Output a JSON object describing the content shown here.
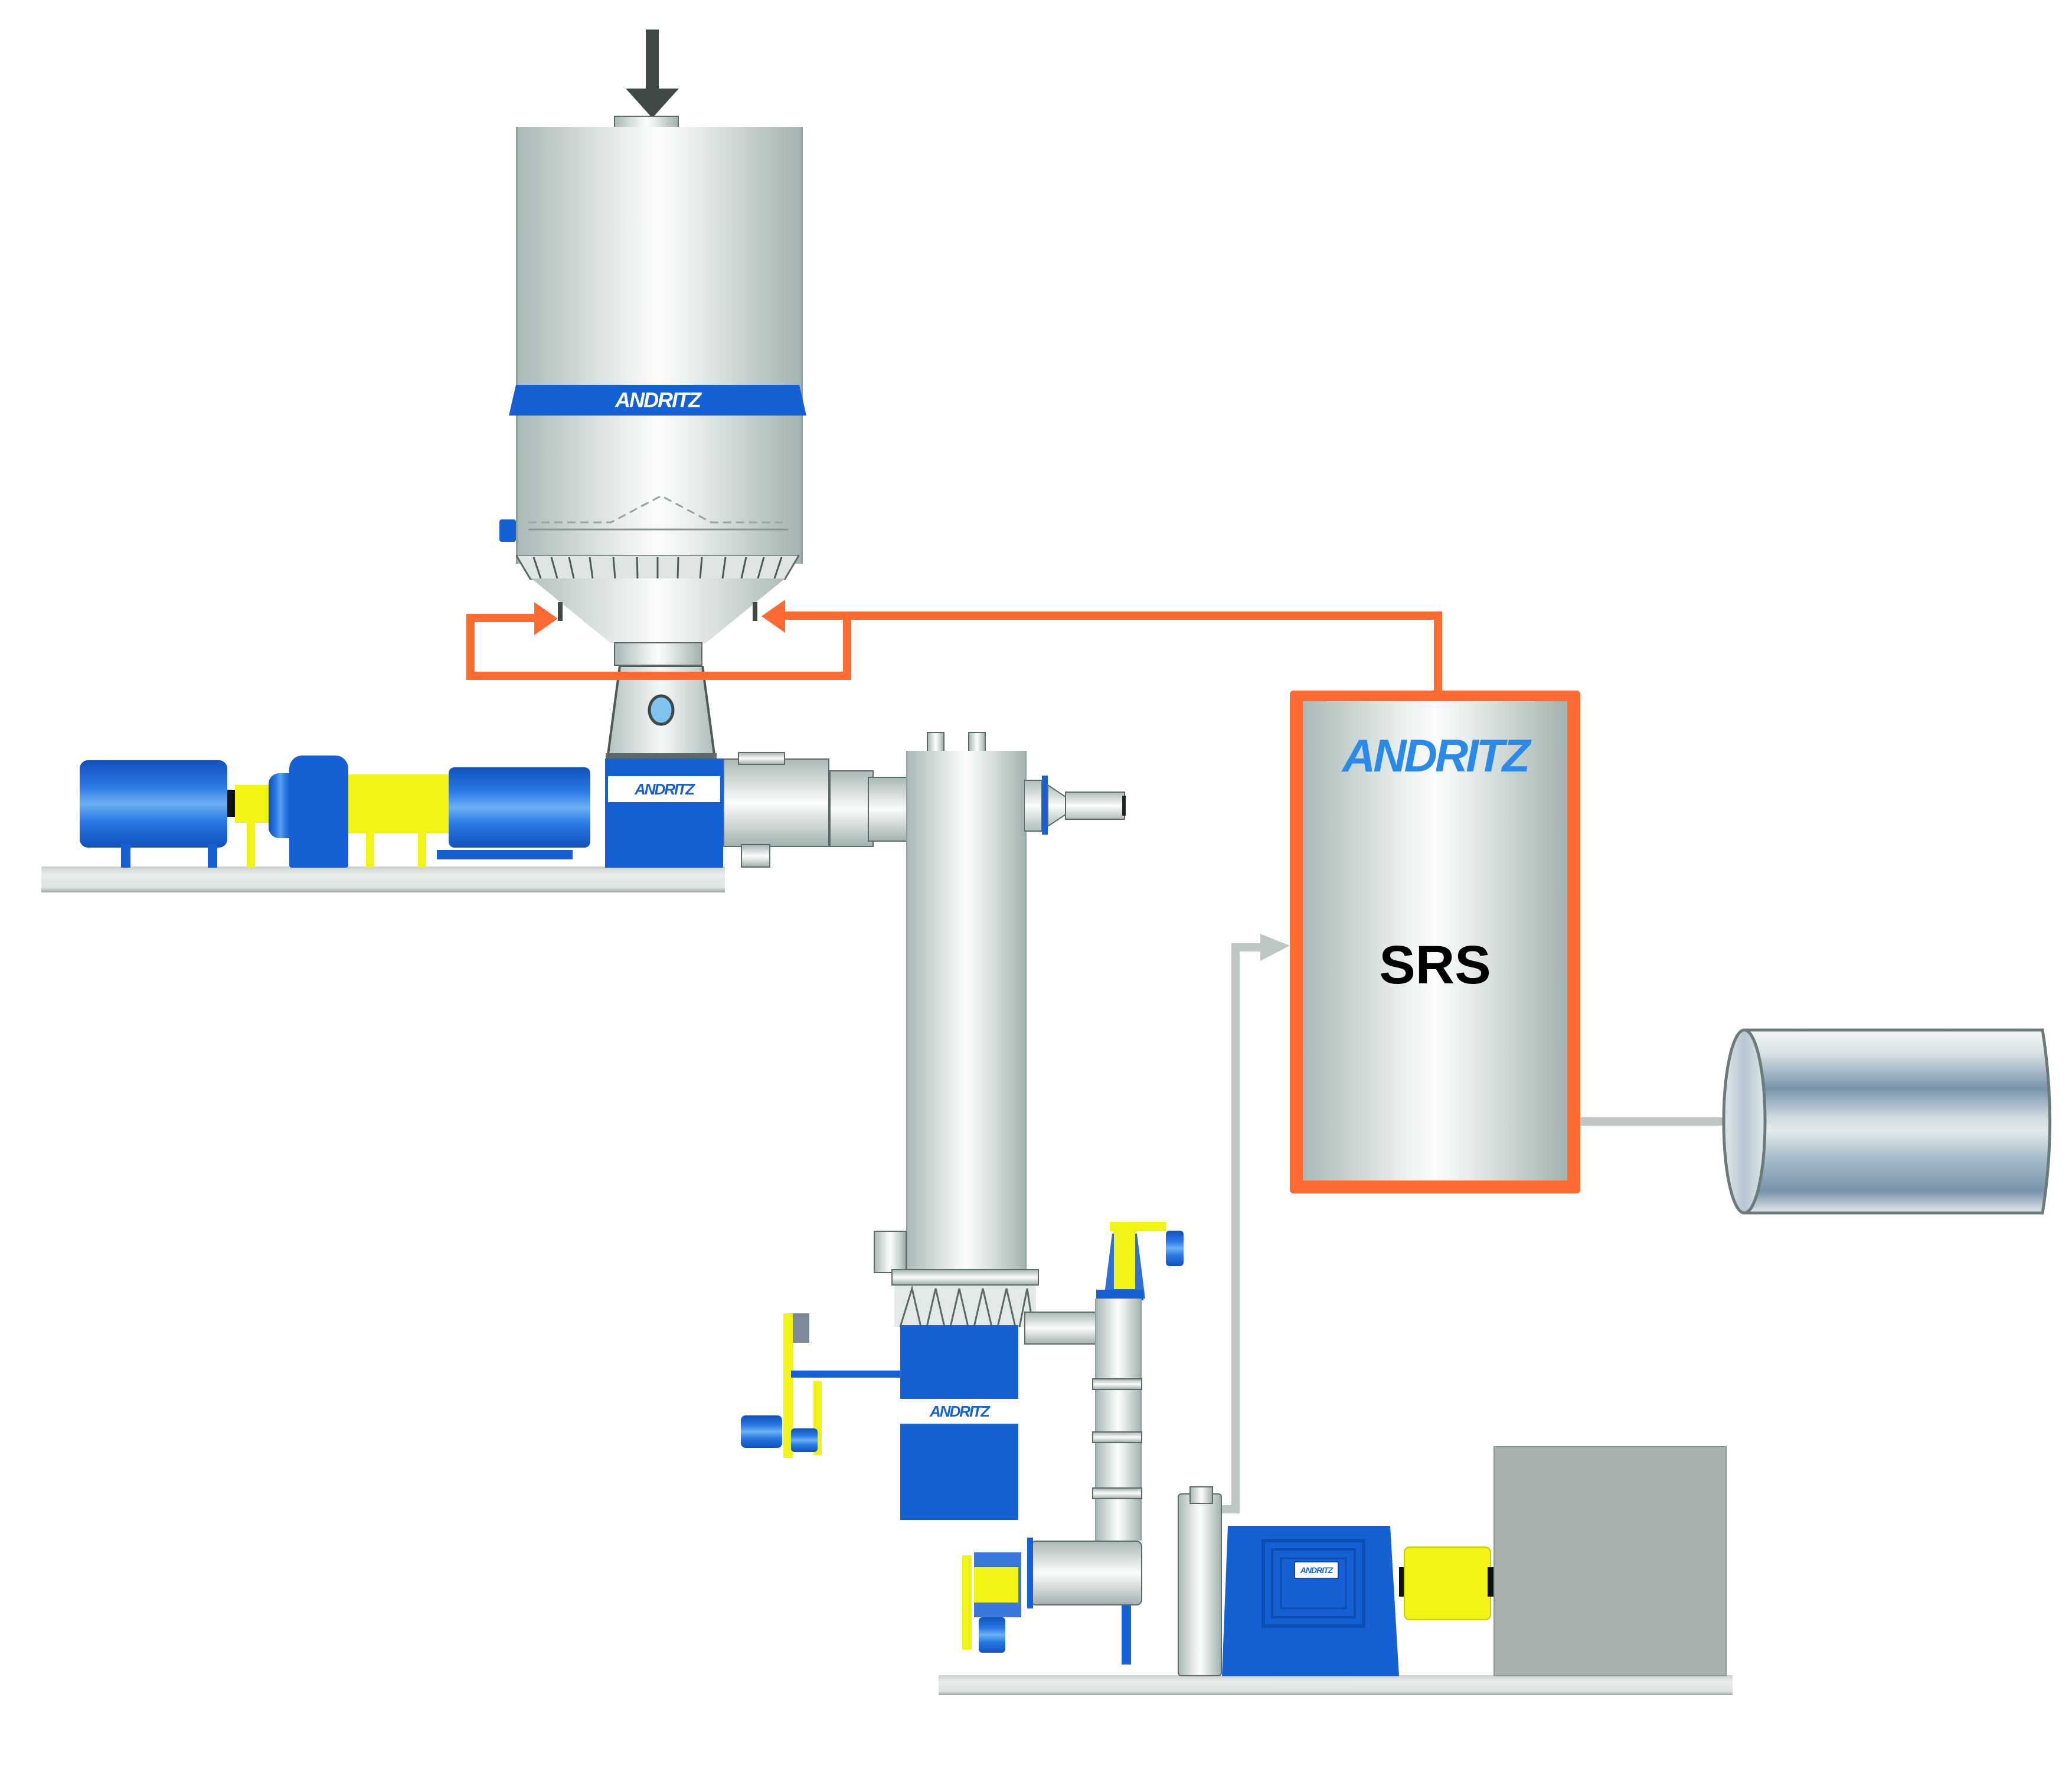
{
  "diagram": {
    "title": "",
    "brand_color": "#1660d6",
    "loop_color": "#ff6a33",
    "flow_color": "#bcc6c3",
    "labels": {
      "silo_logo": "ANDRITZ",
      "feeder_logo": "ANDRITZ",
      "separator_logo": "ANDRITZ",
      "pump_logo": "ANDRITZ",
      "srs_logo": "ANDRITZ",
      "srs_label": "SRS"
    },
    "components": [
      {
        "id": "inlet-arrow",
        "type": "arrow",
        "direction": "down"
      },
      {
        "id": "storage-silo",
        "type": "vessel",
        "logo": "ANDRITZ"
      },
      {
        "id": "screw-feeder-drive",
        "type": "motor-gearbox-feeder",
        "logo": "ANDRITZ"
      },
      {
        "id": "riser-column",
        "type": "vertical-pipe"
      },
      {
        "id": "separator-unit",
        "type": "separator",
        "logo": "ANDRITZ"
      },
      {
        "id": "centrifugal-pump",
        "type": "pump",
        "logo": "ANDRITZ"
      },
      {
        "id": "motor-housing",
        "type": "grey-box"
      },
      {
        "id": "srs-unit",
        "type": "process-box",
        "logo": "ANDRITZ",
        "label": "SRS"
      },
      {
        "id": "output-cylinder",
        "type": "storage-cylinder"
      }
    ],
    "connections": [
      {
        "from": "srs-unit",
        "to": "storage-silo",
        "color": "orange",
        "note": "recirculation loop into silo cone (two inlets)"
      },
      {
        "from": "centrifugal-pump",
        "to": "srs-unit",
        "color": "grey"
      },
      {
        "from": "srs-unit",
        "to": "output-cylinder",
        "color": "grey"
      }
    ]
  }
}
